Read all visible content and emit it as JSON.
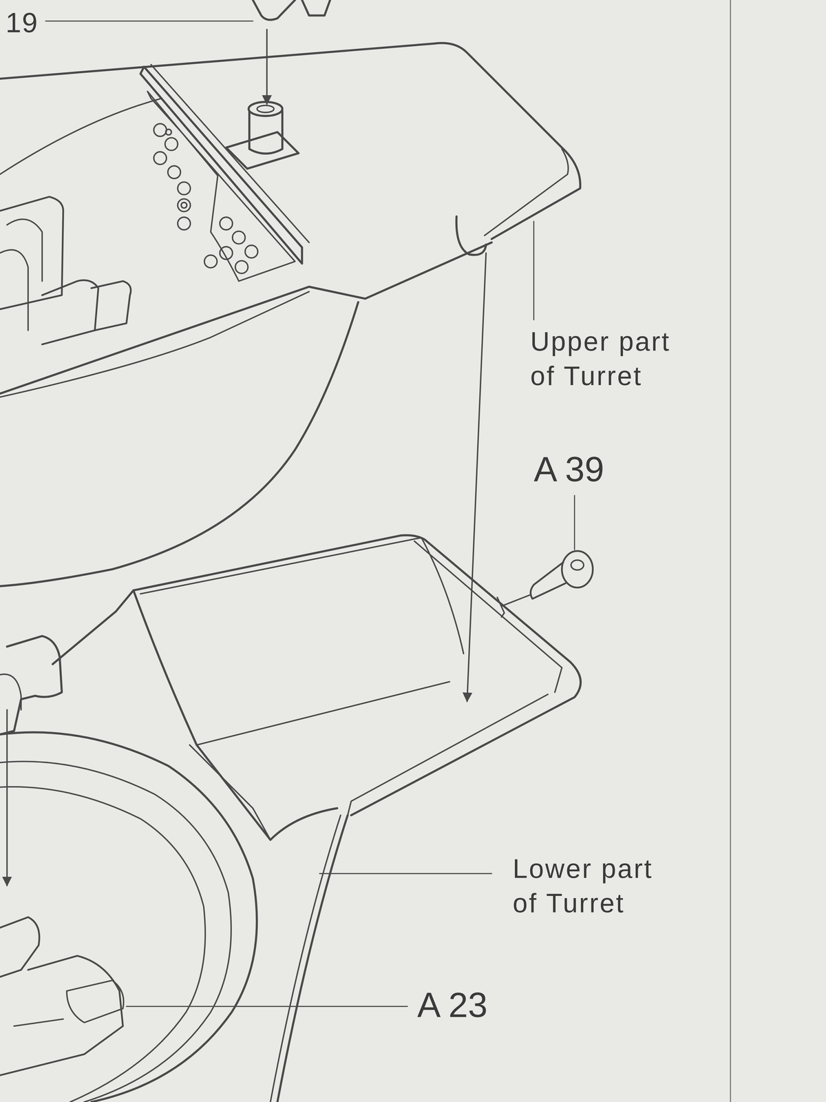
{
  "diagram": {
    "labels": [
      "19",
      "Upper part of Turret",
      "A 39",
      "Lower part of Turret",
      "A 23"
    ]
  }
}
